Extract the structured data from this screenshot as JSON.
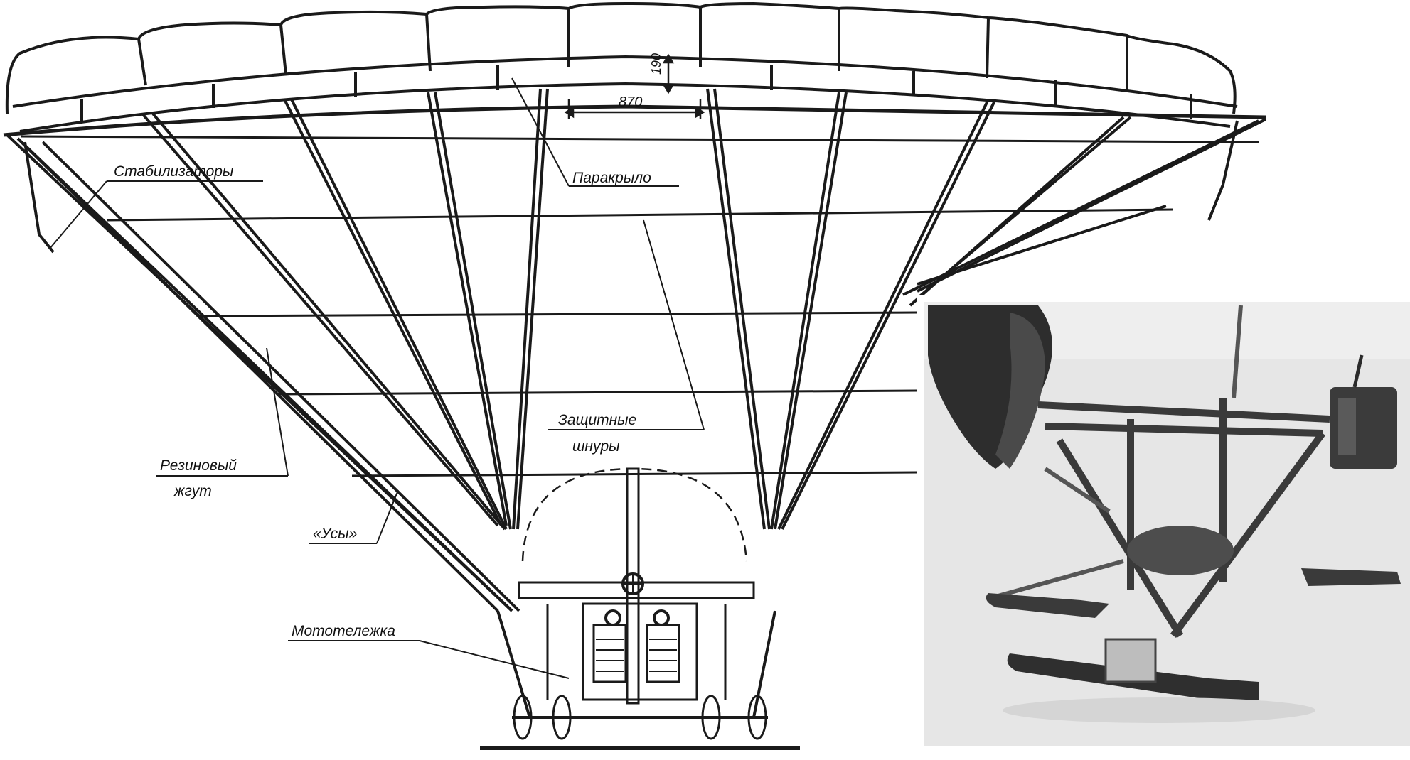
{
  "dimensions": {
    "panel_height": "190",
    "panel_width": "870"
  },
  "labels": {
    "stabilizers": "Стабилизаторы",
    "parawing": "Паракрыло",
    "protective_cords_line1": "Защитные",
    "protective_cords_line2": "шнуры",
    "rubber_cord_line1": "Резиновый",
    "rubber_cord_line2": "жгут",
    "whiskers": "«Усы»",
    "motor_cart": "Мототележка"
  },
  "colors": {
    "ink": "#1a1a1a",
    "paper": "#ffffff",
    "photo_snow": "#e9e9e9",
    "photo_dark": "#2b2b2b"
  }
}
